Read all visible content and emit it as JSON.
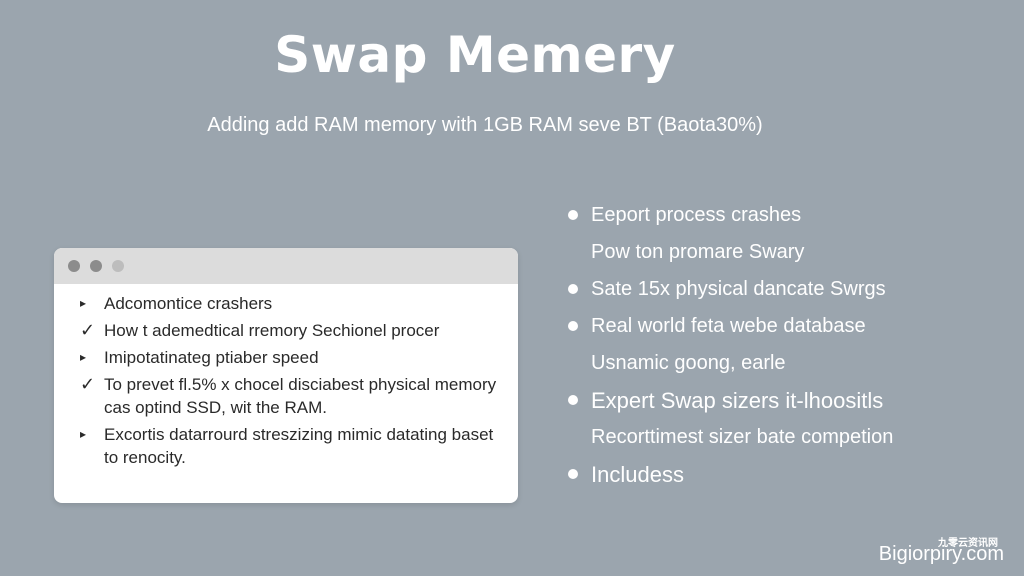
{
  "slide": {
    "title": "Swap Memery",
    "subtitle": "Adding add RAM memory with 1GB RAM seve BT (Baota30%)"
  },
  "window": {
    "items": [
      {
        "marker": "▸",
        "text": "Adcomontice crashers"
      },
      {
        "marker": "✓",
        "text": "How t  ademedtical rremory Sechionel procer"
      },
      {
        "marker": "▸",
        "text": "Imipotatinateg ptiaber speed"
      },
      {
        "marker": "✓",
        "text": "To prevet fl.5% x chocel disciabest physical memory cas optind SSD, wit the RAM."
      },
      {
        "marker": "▸",
        "text": "Excortis datarrourd streszizing mimic datating baset to renocity."
      }
    ]
  },
  "bullets": [
    {
      "text": "Eeport process crashes",
      "dot": true
    },
    {
      "text": "Pow ton promare Swary",
      "dot": false
    },
    {
      "text": "Sate 15x physical dancate Swrgs",
      "dot": true
    },
    {
      "text": "Real world feta webe database",
      "dot": true
    },
    {
      "text": "Usnamic goong, earle",
      "dot": false
    },
    {
      "text": "Expert Swap sizers it-lhoositls",
      "dot": true
    },
    {
      "text": "Recorttimest sizer bate competion",
      "dot": false
    },
    {
      "text": "Includess",
      "dot": true
    }
  ],
  "watermark": {
    "small": "九零云资讯网",
    "main": "Bigiorpiry.com"
  },
  "colors": {
    "background": "#9ba5ae",
    "window": "#ffffff",
    "window_bar": "#dcdcdc",
    "text_light": "#ffffff",
    "text_dark": "#2a2a2a"
  }
}
